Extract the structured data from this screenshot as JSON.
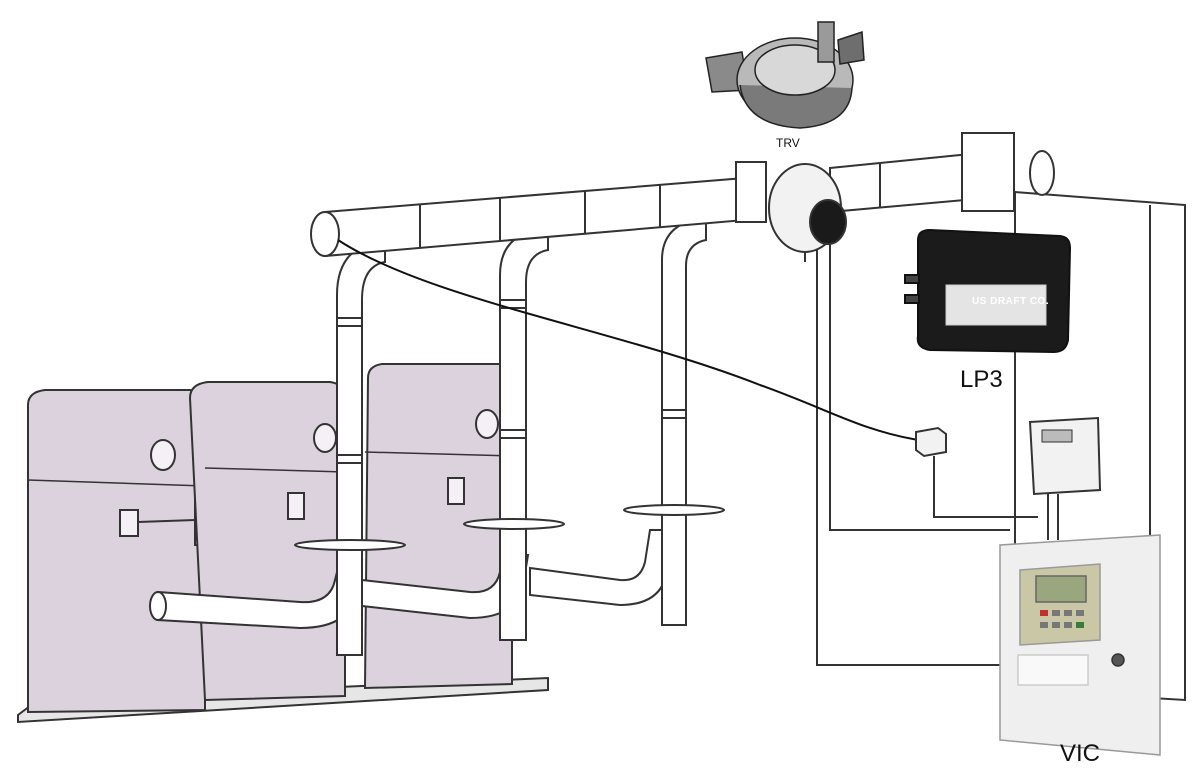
{
  "labels": {
    "trv": "TRV",
    "lp3": "LP3",
    "vic": "VIC"
  },
  "lp3_brand_text": "US DRAFT CO.",
  "colors": {
    "boiler_fill": "#dcd2de",
    "pipe_fill": "#ffffff",
    "outline": "#333333",
    "lp3_body": "#1b1b1b",
    "vic_body": "#efefef",
    "vic_screen": "#9aa77e"
  }
}
